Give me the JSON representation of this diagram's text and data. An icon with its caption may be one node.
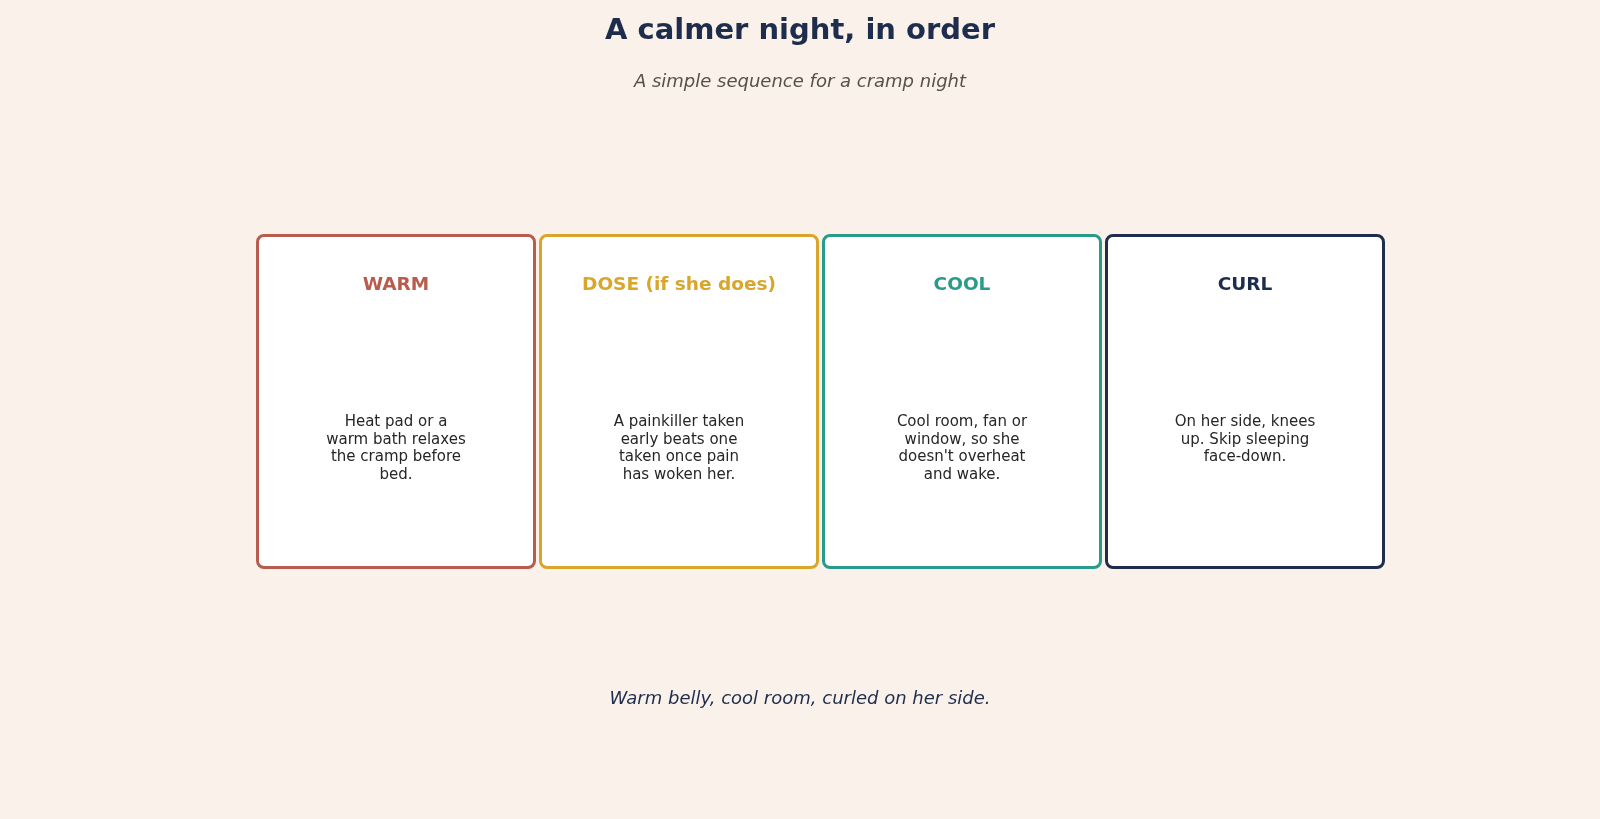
{
  "diagram": {
    "title": "A calmer night, in order",
    "nodes": [
      {
        "text": [
          "WARM",
          "Heat pad or a warm bath relaxes the cramp before bed."
        ]
      },
      {
        "text": [
          "DOSE (if she does)",
          "A painkiller taken early beats one taken once pain has woken her."
        ]
      },
      {
        "text": [
          "COOL",
          "Cool room, fan or window, so she doesn't overheat and wake."
        ]
      },
      {
        "text": [
          "CURL",
          "On her side, knees up. Skip sleeping face-down."
        ]
      }
    ],
    "labels": [
      "A simple sequence for a cramp night"
    ],
    "caption": "Warm belly, cool room, curled on her side."
  }
}
